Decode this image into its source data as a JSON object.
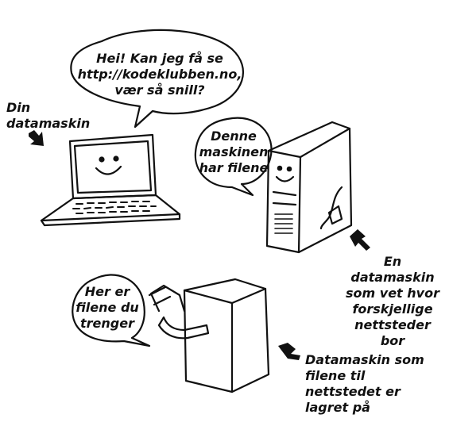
{
  "bubbles": {
    "client_request": "Hei! Kan jeg få se\nhttp://kodeklubben.no,\nvær så snill?",
    "dns_reply": "Denne\nmaskinen\nhar filene",
    "server_reply": "Her er\nfilene du\ntrenger"
  },
  "captions": {
    "client": "Din\ndatamaskin",
    "dns": "En datamaskin\nsom vet hvor\nforskjellige\nnettsteder bor",
    "server": "Datamaskin som\nfilene til nettstedet er\nlagret på"
  },
  "colors": {
    "ink": "#111111",
    "paper": "#ffffff"
  }
}
